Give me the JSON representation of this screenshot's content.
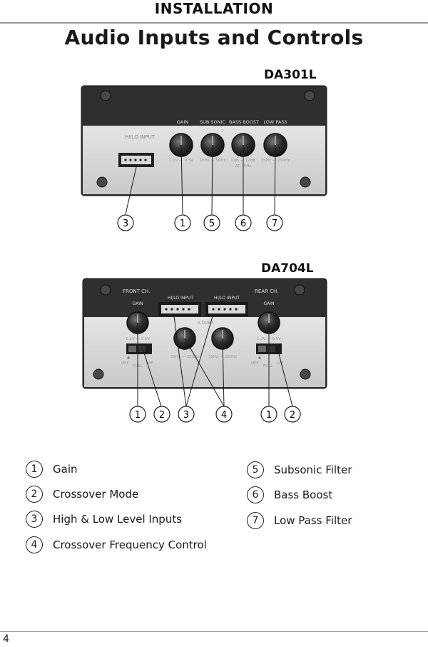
{
  "header": {
    "section": "INSTALLATION",
    "title": "Audio Inputs and Controls"
  },
  "da301l": {
    "model": "DA301L",
    "panel": {
      "input_label": "HI/LO INPUT",
      "gain_label": "GAIN",
      "subsonic_label": "SUB SONIC",
      "bassboost_label": "BASS BOOST",
      "lowpass_label": "LOW PASS",
      "gain_range": "1.2V — 0.5V",
      "subsonic_range": "10Hz — 50Hz",
      "bassboost_range": "0dB — 12dB",
      "bassboost_freq": "AT 45Hz",
      "lowpass_range": "35Hz — 250Hz"
    },
    "callouts": [
      "3",
      "1",
      "5",
      "6",
      "7"
    ]
  },
  "da704l": {
    "model": "DA704L",
    "panel": {
      "front_label": "FRONT CH.",
      "rear_label": "REAR CH.",
      "front_gain_label": "GAIN",
      "rear_gain_label": "GAIN",
      "input1_label": "HI/LO INPUT",
      "input2_label": "HI/LO INPUT",
      "xover_label": "X-OVER",
      "front_gain_range": "1.2V — 0.5V",
      "rear_gain_range": "1.2V — 0.5V",
      "xover1_range": "35Hz — 250Hz",
      "xover2_range": "35Hz — 250Hz",
      "hpf": "HPF",
      "full": "FULL",
      "lpf": "LPF"
    },
    "callouts": [
      "1",
      "2",
      "3",
      "4",
      "1",
      "2"
    ]
  },
  "legend": {
    "left": [
      {
        "num": "1",
        "label": "Gain"
      },
      {
        "num": "2",
        "label": "Crossover Mode"
      },
      {
        "num": "3",
        "label": "High & Low Level Inputs"
      },
      {
        "num": "4",
        "label": "Crossover Frequency Control"
      }
    ],
    "right": [
      {
        "num": "5",
        "label": "Subsonic Filter"
      },
      {
        "num": "6",
        "label": "Bass Boost"
      },
      {
        "num": "7",
        "label": "Low Pass Filter"
      }
    ]
  },
  "footer": {
    "page_number": "4"
  }
}
